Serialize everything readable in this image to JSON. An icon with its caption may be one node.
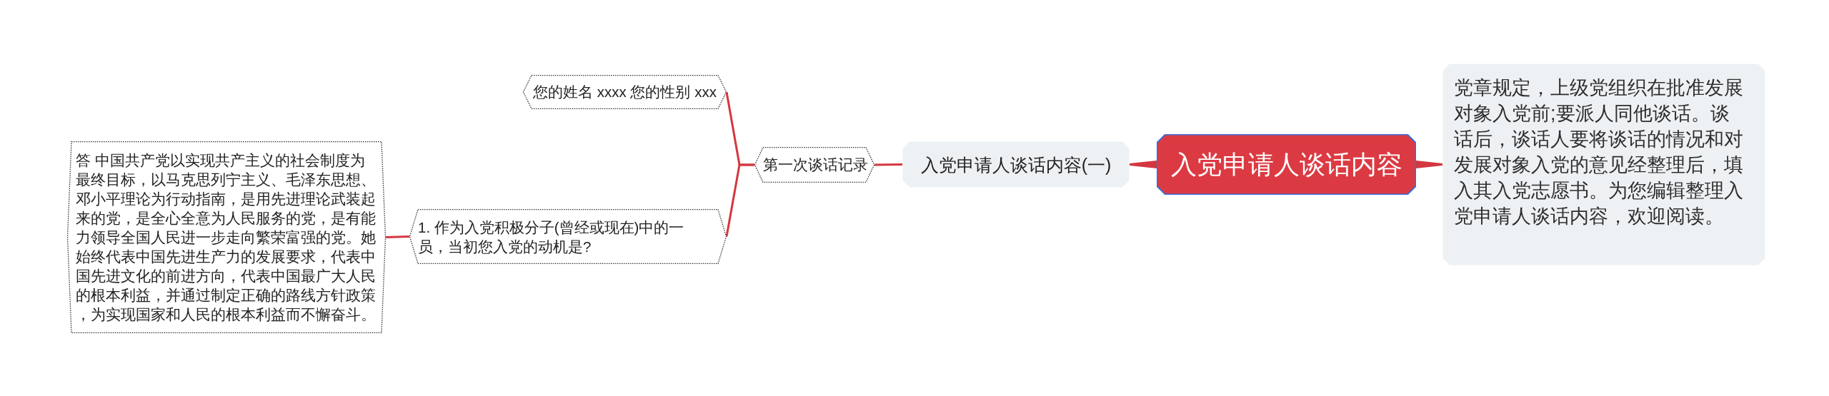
{
  "diagram": {
    "nodes": [
      {
        "text": [
          "入党申请人谈话内容"
        ]
      },
      {
        "text": [
          "党章规定，上级党组织在批准发展对象入党前;要派人同他谈话。谈话后，谈话人要将谈话的情况和对发展对象入党的意见经整理后，填入其入党志愿书。为您编辑整理入党申请人谈话内容，欢迎阅读。"
        ]
      },
      {
        "text": [
          "入党申请人谈话内容(一)"
        ]
      },
      {
        "text": [
          "第一次谈话记录"
        ]
      },
      {
        "text": [
          "您的姓名 xxxx 您的性别 xxx"
        ]
      },
      {
        "text": [
          "1. 作为入党积极分子(曾经或现在)中的一员，当初您入党的动机是?"
        ]
      },
      {
        "text": [
          "答 中国共产党以实现共产主义的社会制度为最终目标，以马克思列宁主义、毛泽东思想、邓小平理论为行动指南，是用先进理论武装起来的党，是全心全意为人民服务的党，是有能力领导全国人民进一步走向繁荣富强的党。她始终代表中国先进生产力的发展要求，代表中国先进文化的前进方向，代表中国最广大人民的根本利益，并通过制定正确的路线方针政策，为实现国家和人民的根本利益而不懈奋斗。"
        ]
      }
    ],
    "edges": [
      {
        "from": 0,
        "to": 1,
        "arrow": "none",
        "style": "thick"
      },
      {
        "from": 0,
        "to": 2,
        "arrow": "none",
        "style": "thick"
      },
      {
        "from": 2,
        "to": 3,
        "arrow": "none"
      },
      {
        "from": 3,
        "to": 4,
        "arrow": "none"
      },
      {
        "from": 3,
        "to": 5,
        "arrow": "none"
      },
      {
        "from": 5,
        "to": 6,
        "arrow": "none"
      }
    ]
  }
}
